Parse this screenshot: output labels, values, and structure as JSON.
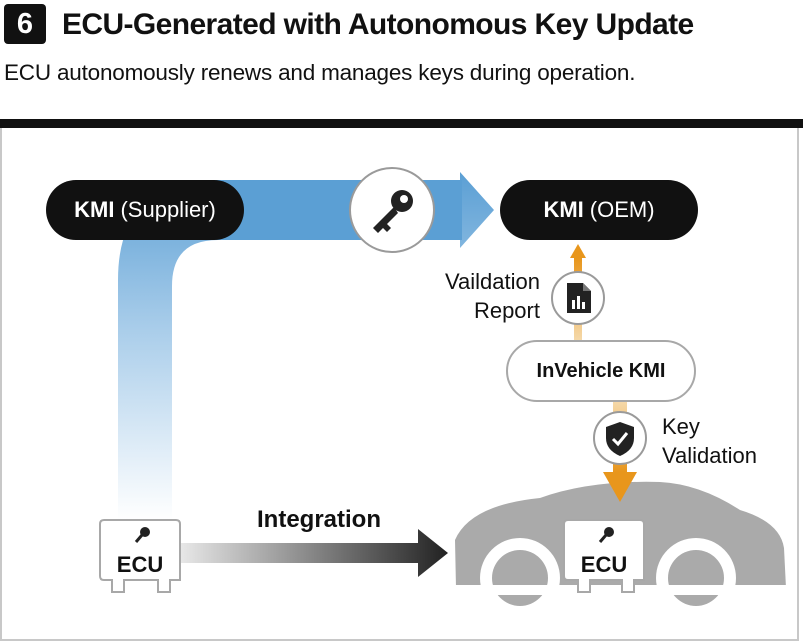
{
  "header": {
    "number": "6",
    "title": "ECU-Generated with Autonomous Key Update",
    "subtitle": "ECU autonomously renews and manages keys during operation."
  },
  "nodes": {
    "kmi_supplier": {
      "main": "KMI",
      "paren": "(Supplier)"
    },
    "kmi_oem": {
      "main": "KMI",
      "paren": "(OEM)"
    },
    "invehicle_kmi": "InVehicle KMI",
    "ecu_left": "ECU",
    "ecu_car": "ECU"
  },
  "labels": {
    "validation_report_line1": "Vaildation",
    "validation_report_line2": "Report",
    "key_validation_line1": "Key",
    "key_validation_line2": "Validation",
    "integration": "Integration"
  },
  "icons": [
    "key-icon",
    "report-icon",
    "shield-check-icon",
    "car-icon"
  ],
  "colors": {
    "blue_arrow": "#5b9fd4",
    "orange_arrow": "#e8961c",
    "dark": "#111111",
    "car_gray": "#aaaaaa"
  }
}
